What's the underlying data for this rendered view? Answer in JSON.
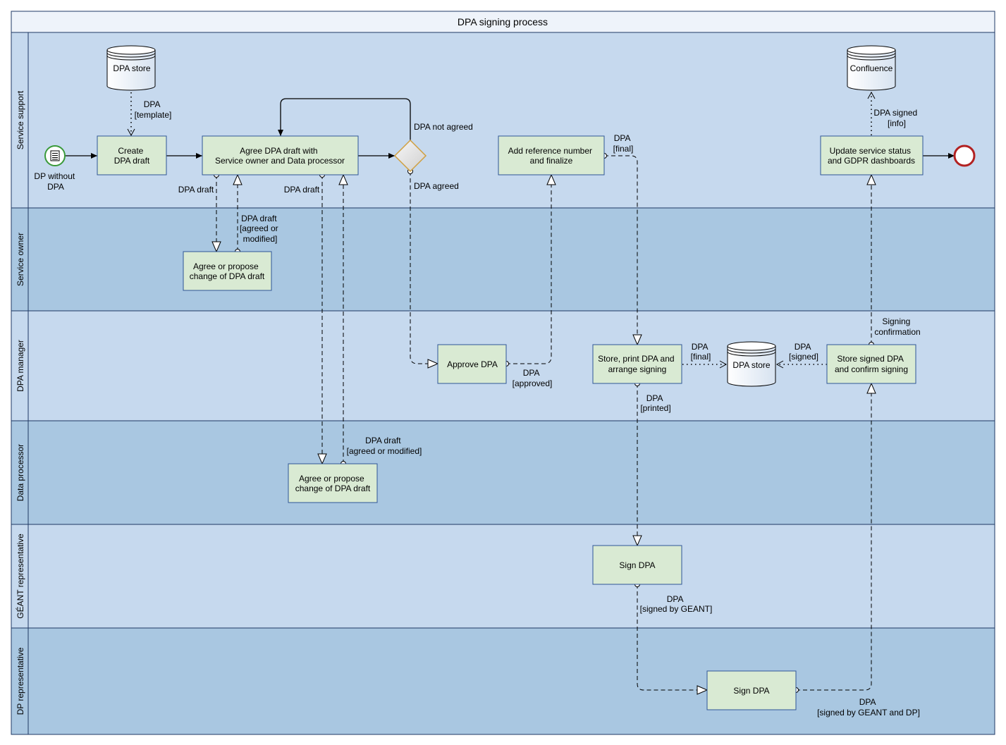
{
  "pool": {
    "title": "DPA signing process"
  },
  "lanes": [
    {
      "id": "service-support",
      "label": "Service support"
    },
    {
      "id": "service-owner",
      "label": "Service owner"
    },
    {
      "id": "dpa-manager",
      "label": "DPA manager"
    },
    {
      "id": "data-processor",
      "label": "Data processor"
    },
    {
      "id": "geant-rep",
      "label": "GÉANT representative"
    },
    {
      "id": "dp-rep",
      "label": "DP representative"
    }
  ],
  "start_event": {
    "label": [
      "DP without",
      "DPA"
    ]
  },
  "tasks": [
    {
      "id": "create-draft",
      "lines": [
        "Create",
        "DPA draft"
      ]
    },
    {
      "id": "agree-draft",
      "lines": [
        "Agree DPA draft with",
        "Service owner and Data processor"
      ]
    },
    {
      "id": "add-reference",
      "lines": [
        "Add reference number",
        "and finalize"
      ]
    },
    {
      "id": "update-status",
      "lines": [
        "Update service status",
        "and GDPR dashboards"
      ]
    },
    {
      "id": "owner-agree",
      "lines": [
        "Agree or propose",
        "change of DPA draft"
      ]
    },
    {
      "id": "approve",
      "lines": [
        "Approve DPA"
      ]
    },
    {
      "id": "store-print",
      "lines": [
        "Store, print DPA and",
        "arrange signing"
      ]
    },
    {
      "id": "store-signed",
      "lines": [
        "Store signed DPA",
        "and confirm signing"
      ]
    },
    {
      "id": "processor-agree",
      "lines": [
        "Agree or propose",
        "change of DPA draft"
      ]
    },
    {
      "id": "geant-sign",
      "lines": [
        "Sign DPA"
      ]
    },
    {
      "id": "dp-sign",
      "lines": [
        "Sign DPA"
      ]
    }
  ],
  "datastores": [
    {
      "id": "store-top",
      "label": "DPA store"
    },
    {
      "id": "confluence",
      "label": "Confluence"
    },
    {
      "id": "store-mid",
      "label": "DPA store"
    }
  ],
  "labels": [
    {
      "id": "lbl-template",
      "lines": [
        "DPA",
        "[template]"
      ]
    },
    {
      "id": "lbl-not-agreed",
      "lines": [
        "DPA not agreed"
      ]
    },
    {
      "id": "lbl-agreed",
      "lines": [
        "DPA agreed"
      ]
    },
    {
      "id": "lbl-final-top",
      "lines": [
        "DPA",
        "[final]"
      ]
    },
    {
      "id": "lbl-signed-info",
      "lines": [
        "DPA signed",
        "[info]"
      ]
    },
    {
      "id": "lbl-draft-1",
      "lines": [
        "DPA draft"
      ]
    },
    {
      "id": "lbl-draft-2",
      "lines": [
        "DPA draft"
      ]
    },
    {
      "id": "lbl-draft-agreed-1",
      "lines": [
        "DPA draft",
        "[agreed or",
        "modified]"
      ]
    },
    {
      "id": "lbl-approved",
      "lines": [
        "DPA",
        "[approved]"
      ]
    },
    {
      "id": "lbl-final-mid",
      "lines": [
        "DPA",
        "[final]"
      ]
    },
    {
      "id": "lbl-signed-mid",
      "lines": [
        "DPA",
        "[signed]"
      ]
    },
    {
      "id": "lbl-confirmation",
      "lines": [
        "Signing",
        "confirmation"
      ]
    },
    {
      "id": "lbl-printed",
      "lines": [
        "DPA",
        "[printed]"
      ]
    },
    {
      "id": "lbl-draft-agreed-2",
      "lines": [
        "DPA draft",
        "[agreed or modified]"
      ]
    },
    {
      "id": "lbl-signed-geant",
      "lines": [
        "DPA",
        "[signed by GEANT]"
      ]
    },
    {
      "id": "lbl-signed-both",
      "lines": [
        "DPA",
        "[signed by GEANT and DP]"
      ]
    }
  ],
  "colors": {
    "lane_light": "#c6d9ee",
    "lane_dark": "#a9c7e1",
    "task_fill": "#d9ead3",
    "task_stroke": "#2f5597",
    "start_stroke": "#3a9a3a",
    "end_stroke": "#b22222",
    "gateway_stroke": "#d0a040"
  }
}
